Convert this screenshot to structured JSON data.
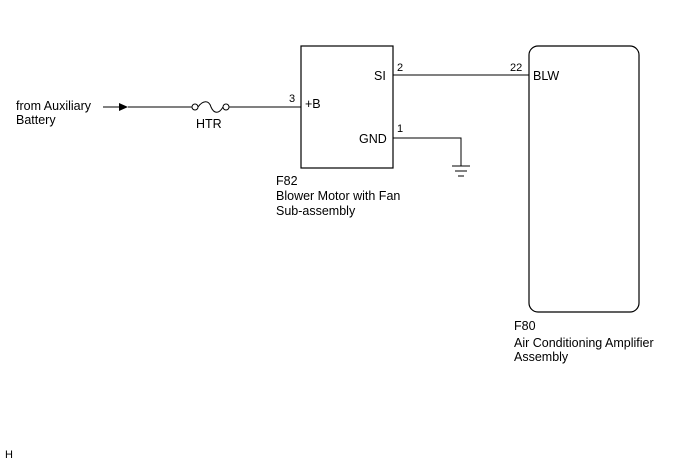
{
  "source": {
    "line1": "from Auxiliary",
    "line2": "Battery"
  },
  "fuse": {
    "label": "HTR"
  },
  "blower_motor": {
    "code": "F82",
    "name_line1": "Blower Motor with Fan",
    "name_line2": "Sub-assembly",
    "pins": {
      "b_plus": {
        "number": "3",
        "label": "+B"
      },
      "si": {
        "number": "2",
        "label": "SI"
      },
      "gnd": {
        "number": "1",
        "label": "GND"
      }
    }
  },
  "ac_amplifier": {
    "code": "F80",
    "name_line1": "Air Conditioning Amplifier",
    "name_line2": "Assembly",
    "pins": {
      "blw": {
        "number": "22",
        "label": "BLW"
      }
    }
  },
  "page_marker": "H",
  "colors": {
    "line": "#000000",
    "background": "#ffffff"
  }
}
